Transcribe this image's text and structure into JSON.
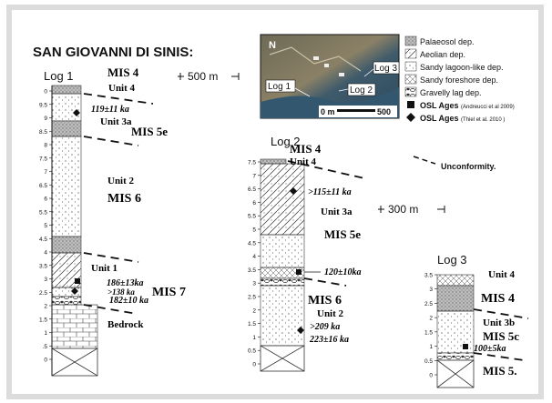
{
  "title": "SAN GIOVANNI DI SINIS:",
  "distances": {
    "log1_log2": "500 m",
    "log2_log3": "300 m"
  },
  "map": {
    "north": "N",
    "labels": [
      "Log 1",
      "Log 2",
      "Log 3"
    ],
    "scale_start": "0 m",
    "scale_end": "500"
  },
  "legend": {
    "items": [
      "Palaeosol dep.",
      "Aeolian dep.",
      "Sandy lagoon-like dep.",
      "Sandy foreshore dep.",
      "Gravelly lag dep."
    ],
    "osl_andreucci": "OSL Ages",
    "osl_andreucci_ref": "(Andreucci et al 2009)",
    "osl_thiel": "OSL Ages",
    "osl_thiel_ref": "(Thiel et al. 2010 )",
    "unconformity": "Unconformity."
  },
  "log1": {
    "name": "Log 1",
    "ticks": [
      "0",
      ".5",
      "1",
      "1.5",
      "2",
      "2.5",
      "3",
      "3.5",
      "4",
      "4.5",
      "5",
      "5.5",
      "6",
      "6.5",
      "7",
      "7.5",
      "8",
      "8.5",
      "9",
      "9.5",
      "0"
    ],
    "labels": {
      "mis4": "MIS 4",
      "unit4": "Unit 4",
      "unit3a": "Unit 3a",
      "mis5e": "MIS 5e",
      "unit2": "Unit 2",
      "mis6": "MIS 6",
      "unit1": "Unit 1",
      "mis7": "MIS 7",
      "bedrock": "Bedrock"
    },
    "ages": [
      "119±11 ka",
      "186±13ka",
      ">138 ka",
      "182±10 ka"
    ]
  },
  "log2": {
    "name": "Log 2",
    "ticks": [
      "0",
      "0.5",
      "1",
      "1.5",
      "2",
      "2.5",
      "3",
      "3.5",
      "4",
      "4.5",
      "5",
      "5.5",
      "6",
      "6.5",
      "7",
      "7.5"
    ],
    "labels": {
      "mis4": "MIS 4",
      "unit4": "Unit 4",
      "unit3a": "Unit 3a",
      "mis5e": "MIS 5e",
      "mis6": "MIS 6",
      "unit2": "Unit 2"
    },
    "ages": [
      ">115±11 ka",
      "120±10ka",
      ">209 ka",
      "223±16 ka"
    ]
  },
  "log3": {
    "name": "Log 3",
    "ticks": [
      "0",
      "0.5",
      "1",
      "1.5",
      "2",
      "2.5",
      "3",
      "3.5"
    ],
    "labels": {
      "unit4": "Unit 4",
      "mis4": "MIS 4",
      "unit3b": "Unit 3b",
      "mis5c": "MIS 5c",
      "mis5x": "MIS 5."
    },
    "ages": [
      "100±5ka"
    ]
  }
}
